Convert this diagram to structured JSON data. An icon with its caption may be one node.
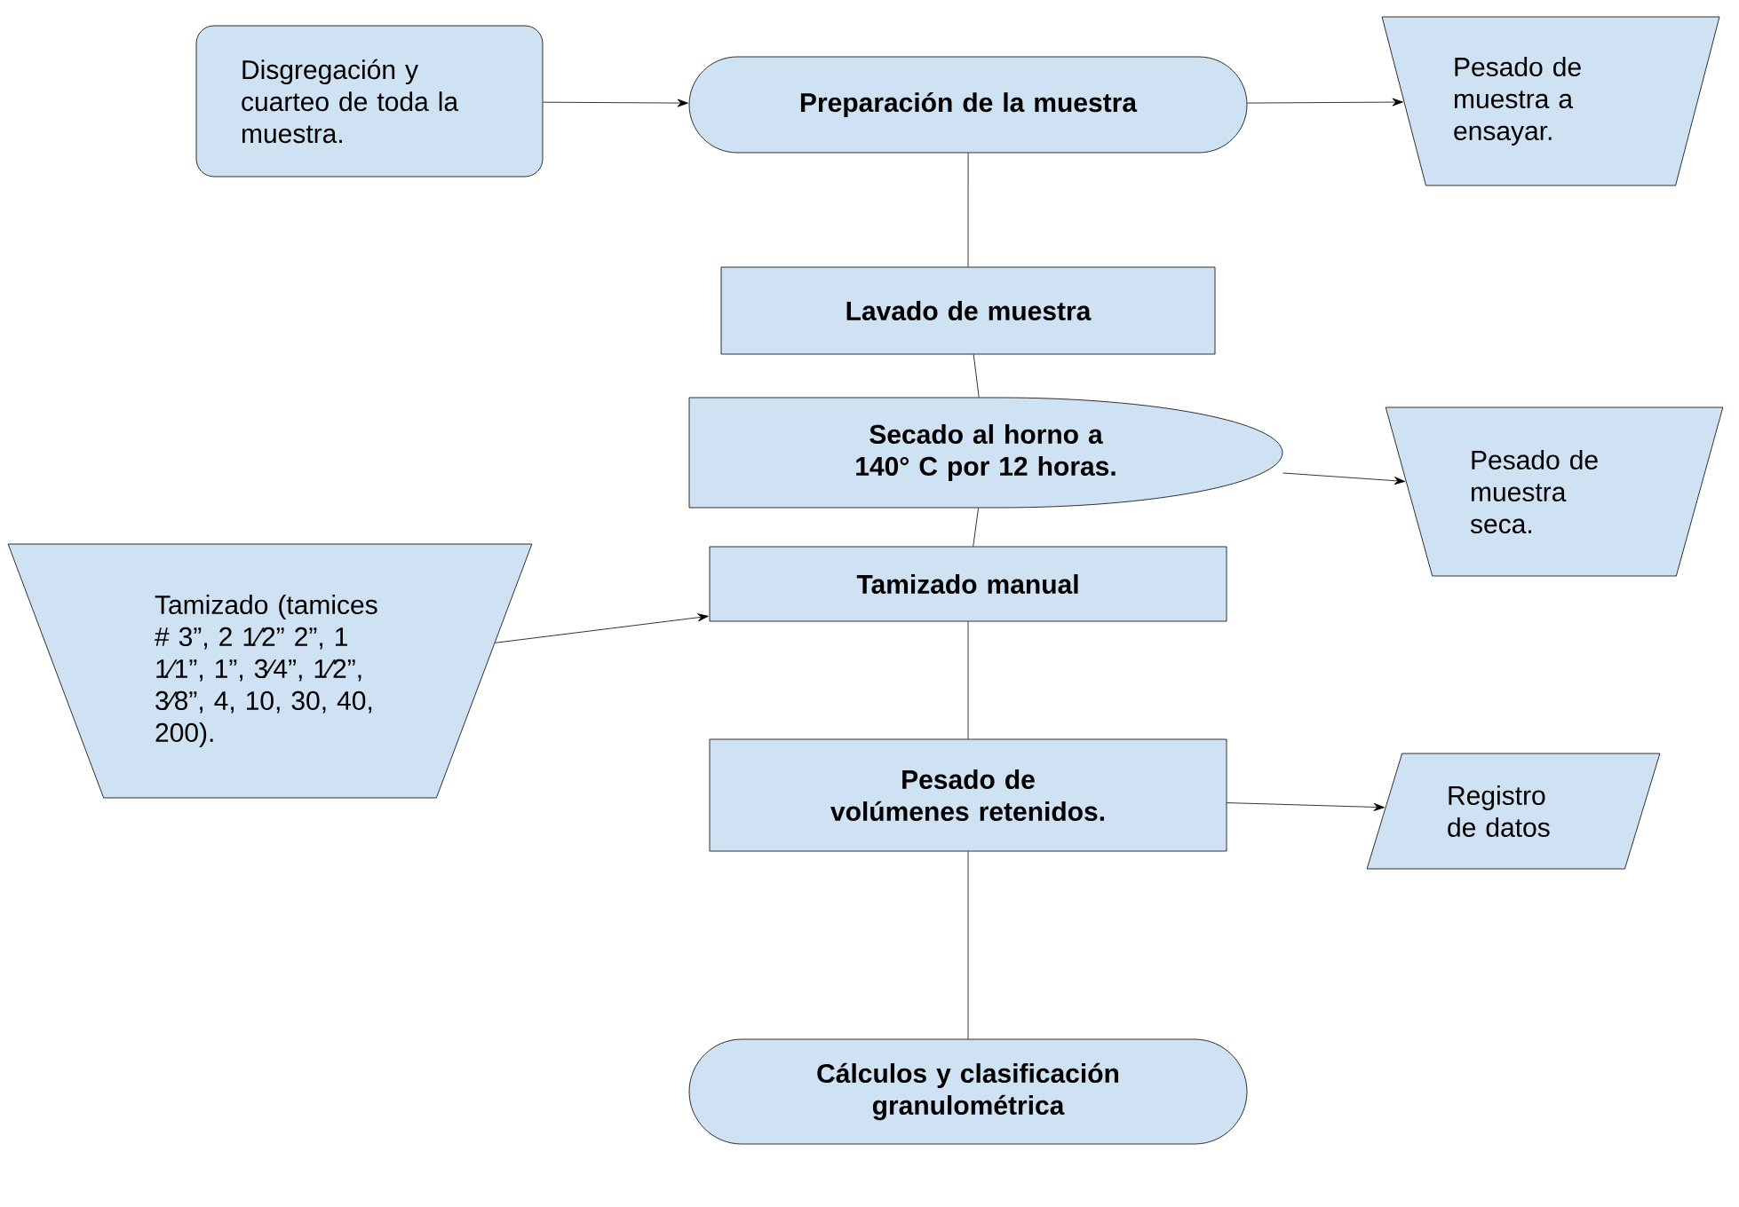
{
  "diagram": {
    "nodes": [
      {
        "text": [
          "Disgregación y cuarteo de toda la muestra."
        ]
      },
      {
        "text": [
          "Preparación de la muestra"
        ]
      },
      {
        "text": [
          "Pesado de muestra a ensayar."
        ]
      },
      {
        "text": [
          "Lavado de muestra"
        ]
      },
      {
        "text": [
          "Secado al horno a 140° C por 12 horas."
        ]
      },
      {
        "text": [
          "Pesado de muestra seca."
        ]
      },
      {
        "text": [
          "Tamizado (tamices # 3”, 2 1⁄2”  2”, 1 1⁄1”, 1”, 3⁄4”, 1⁄2”, 3⁄8”, 4, 10, 30, 40, 200)."
        ]
      },
      {
        "text": [
          "Tamizado manual"
        ]
      },
      {
        "text": [
          "Pesado de volúmenes retenidos."
        ]
      },
      {
        "text": [
          "Registro de datos"
        ]
      },
      {
        "text": [
          "Cálculos y clasificación granulométrica"
        ]
      }
    ],
    "edges": [
      {
        "from": 0,
        "to": 1,
        "arrow": "to"
      },
      {
        "from": 1,
        "to": 2,
        "arrow": "to"
      },
      {
        "from": 1,
        "to": 3,
        "arrow": "none"
      },
      {
        "from": 3,
        "to": 4,
        "arrow": "none"
      },
      {
        "from": 4,
        "to": 5,
        "arrow": "to"
      },
      {
        "from": 4,
        "to": 7,
        "arrow": "none"
      },
      {
        "from": 6,
        "to": 7,
        "arrow": "to"
      },
      {
        "from": 7,
        "to": 8,
        "arrow": "none"
      },
      {
        "from": 8,
        "to": 9,
        "arrow": "to"
      },
      {
        "from": 8,
        "to": 10,
        "arrow": "none"
      }
    ]
  }
}
